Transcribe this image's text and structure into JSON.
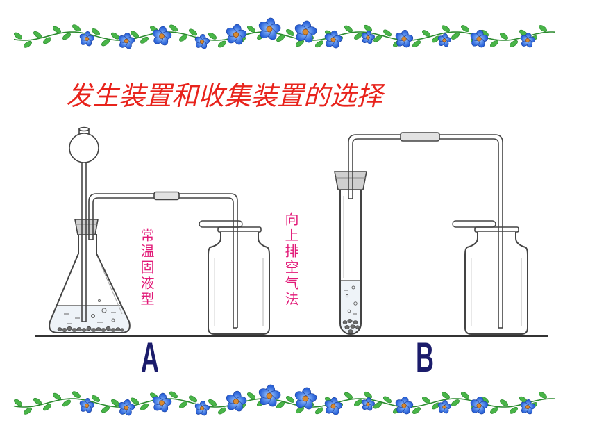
{
  "slide": {
    "title": "发生装置和收集装置的选择",
    "apparatus_a": {
      "label": "A",
      "note": "常温固液型"
    },
    "apparatus_b": {
      "label": "B",
      "note": "向上排空气法"
    }
  },
  "colors": {
    "title": "#e8231c",
    "note": "#e21a78",
    "label": "#1b1c6b",
    "line": "#444444",
    "flower": "#2a62d8",
    "flower_light": "#cfe3ff",
    "flower_center": "#d88a2f",
    "leaf": "#49b548",
    "leaf_dark": "#2b8a2e"
  },
  "icons": {
    "border_top": "floral-vine-border",
    "border_bottom": "floral-vine-border",
    "flower": "blue-flower-icon",
    "leaf": "leaf-icon"
  }
}
